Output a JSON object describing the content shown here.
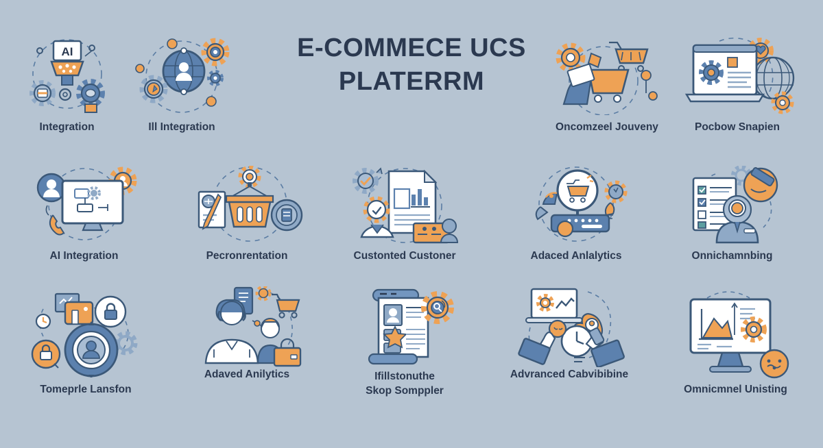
{
  "title": {
    "line1": "E-COMMECE UCS",
    "line2": "PLATERRM"
  },
  "tiles": [
    {
      "id": "integration",
      "label": "Integration",
      "icon": "ai-chip-gears-icon",
      "icon_text": "AI"
    },
    {
      "id": "ill-integration",
      "label": "Ill Integration",
      "icon": "globe-user-gears-icon"
    },
    {
      "id": "oncomzeel-jouveny",
      "label": "Oncomzeel Jouveny",
      "icon": "shopping-cart-customer-icon"
    },
    {
      "id": "pocbow-snapien",
      "label": "Pocbow Snapien",
      "icon": "laptop-globe-gears-icon"
    },
    {
      "id": "ai-integration",
      "label": "AI Integration",
      "icon": "monitor-flowchart-phone-icon"
    },
    {
      "id": "pecronrentation",
      "label": "Pecronrentation",
      "icon": "basket-lightbulb-icon"
    },
    {
      "id": "custonted-custoner",
      "label": "Custonted Custoner",
      "icon": "report-chart-person-icon"
    },
    {
      "id": "adaced-anlalytics",
      "label": "Adaced Anlalytics",
      "icon": "magnifier-cart-console-icon"
    },
    {
      "id": "onnichamnbing",
      "label": "Onnichamnbing",
      "icon": "checklist-person-magnet-icon"
    },
    {
      "id": "tomeprle-lansfon",
      "label": "Tomeprle Lansfon",
      "icon": "target-user-locks-icon"
    },
    {
      "id": "adaved-anilytics",
      "label": "Adaved Anilytics",
      "icon": "support-agents-cart-icon"
    },
    {
      "id": "ifillstonuthe",
      "label": "Ifillstonuthe",
      "label2": "Skop Somppler",
      "icon": "scroll-profile-gear-icon"
    },
    {
      "id": "advranced-cabvibibine",
      "label": "Advranced Cabvibibine",
      "icon": "hands-laptop-clock-icon"
    },
    {
      "id": "omnicmnel-unisting",
      "label": "Omnicmnel Unisting",
      "icon": "monitor-chart-gear-icon"
    }
  ],
  "colors": {
    "background": "#b6c4d2",
    "title_text": "#2b3950",
    "label_text": "#2b3950",
    "icon_outline_navy": "#3b5878",
    "icon_blue": "#5c81ae",
    "icon_blue_light": "#8fa9c6",
    "icon_orange": "#eea255",
    "icon_white": "#ffffff",
    "dashed_ring": "#5a7ca3"
  }
}
